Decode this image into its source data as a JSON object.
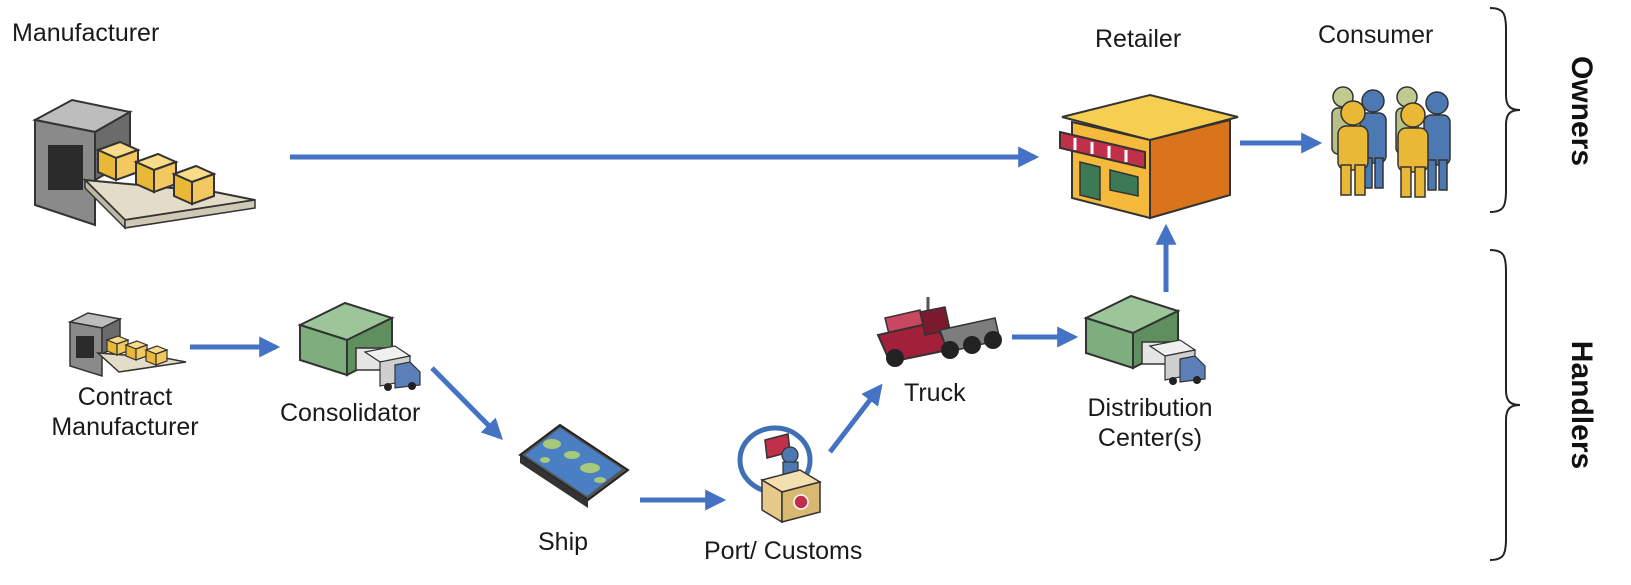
{
  "nodes": {
    "manufacturer": "Manufacturer",
    "retailer": "Retailer",
    "consumer": "Consumer",
    "contract_manufacturer_line1": "Contract",
    "contract_manufacturer_line2": "Manufacturer",
    "consolidator": "Consolidator",
    "ship": "Ship",
    "port_customs": "Port/ Customs",
    "truck": "Truck",
    "distribution_center_line1": "Distribution",
    "distribution_center_line2": "Center(s)"
  },
  "groups": {
    "owners": "Owners",
    "handlers": "Handlers"
  },
  "colors": {
    "arrow": "#4472c4",
    "warehouse": "#7fae7e",
    "retailer_wall": "#f5b93b",
    "retailer_roof": "#d9741c",
    "awning": "#c0304a",
    "truck_cab": "#a3203a",
    "box": "#f3c861",
    "consumer_yellow": "#e8b836",
    "consumer_blue": "#4d79b3"
  },
  "icons": [
    "conveyor-icon",
    "store-icon",
    "people-icon",
    "warehouse-icon",
    "map-icon",
    "customs-icon",
    "truck-icon"
  ]
}
